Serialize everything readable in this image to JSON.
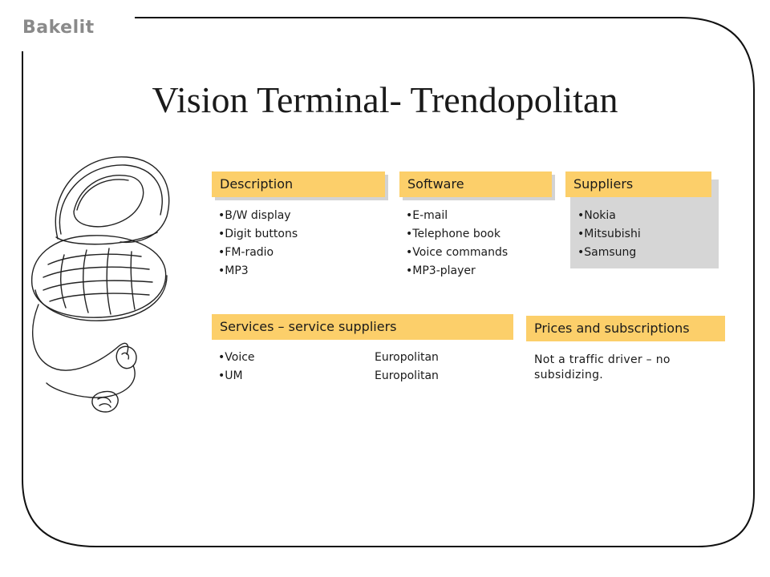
{
  "brand": "Bakelit",
  "title": "Vision Terminal- Trendopolitan",
  "colors": {
    "header_fill": "#fccf6a",
    "supplier_panel": "#d6d6d6",
    "brand_text": "#8a8a8a"
  },
  "illustration": {
    "icon": "hand-drawn-clamshell-phone-icon"
  },
  "sections": {
    "description": {
      "heading": "Description",
      "items": [
        "B/W display",
        "Digit buttons",
        "FM-radio",
        "MP3"
      ]
    },
    "software": {
      "heading": "Software",
      "items": [
        "E-mail",
        "Telephone book",
        "Voice commands",
        "MP3-player"
      ]
    },
    "suppliers": {
      "heading": "Suppliers",
      "items": [
        "Nokia",
        "Mitsubishi",
        "Samsung"
      ]
    },
    "services": {
      "heading": "Services – service suppliers",
      "items": [
        "Voice",
        "UM"
      ],
      "providers": [
        "Europolitan",
        "Europolitan"
      ]
    },
    "prices": {
      "heading": "Prices and subscriptions",
      "text": "Not a traffic driver – no subsidizing."
    }
  }
}
